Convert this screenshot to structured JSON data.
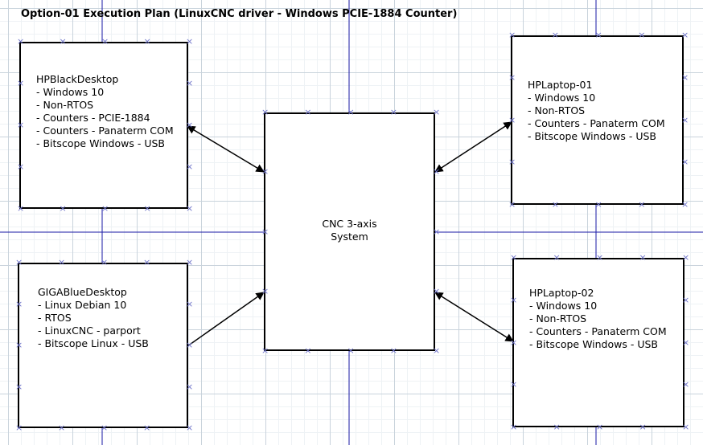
{
  "title": "Option-01 Execution Plan (LinuxCNC driver - Windows PCIE-1884 Counter)",
  "nodes": {
    "hpblack": {
      "name": "HPBlackDesktop",
      "lines": [
        "- Windows 10",
        "- Non-RTOS",
        "- Counters - PCIE-1884",
        "- Counters - Panaterm COM",
        "- Bitscope Windows - USB"
      ]
    },
    "gigablue": {
      "name": "GIGABlueDesktop",
      "lines": [
        "- Linux Debian 10",
        "- RTOS",
        "- LinuxCNC - parport",
        "- Bitscope Linux - USB"
      ]
    },
    "cnc": {
      "lines": [
        "CNC 3-axis",
        "System"
      ]
    },
    "hplaptop01": {
      "name": "HPLaptop-01",
      "lines": [
        "- Windows 10",
        "- Non-RTOS",
        "- Counters - Panaterm COM",
        "- Bitscope Windows - USB"
      ]
    },
    "hplaptop02": {
      "name": "HPLaptop-02",
      "lines": [
        "- Windows 10",
        "- Non-RTOS",
        "- Counters - Panaterm COM",
        "- Bitscope Windows - USB"
      ]
    }
  },
  "connections": [
    {
      "from": "hpblack",
      "to": "cnc",
      "arrows": "both"
    },
    {
      "from": "gigablue",
      "to": "cnc",
      "arrows": "end"
    },
    {
      "from": "hplaptop01",
      "to": "cnc",
      "arrows": "both"
    },
    {
      "from": "hplaptop02",
      "to": "cnc",
      "arrows": "both"
    }
  ],
  "colors": {
    "guide_line": "#1a1aa6",
    "grid_major": "#c9d3dc",
    "grid_minor": "#eef2f5",
    "connector": "#000000",
    "port_marker": "#6f74c9"
  }
}
